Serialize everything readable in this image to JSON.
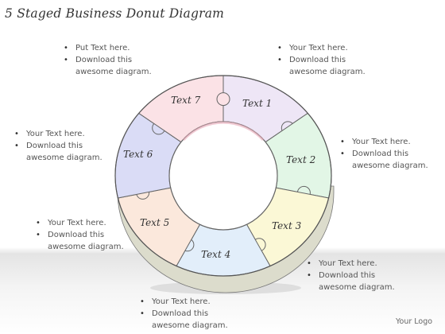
{
  "title": "5 Staged Business Donut Diagram",
  "segments": [
    {
      "label": "Text 1",
      "color": "#eee6f6"
    },
    {
      "label": "Text 2",
      "color": "#e2f6e6"
    },
    {
      "label": "Text 3",
      "color": "#fbf8d6"
    },
    {
      "label": "Text 4",
      "color": "#e2eefa"
    },
    {
      "label": "Text 5",
      "color": "#fbe8dc"
    },
    {
      "label": "Text 6",
      "color": "#dadcf6"
    },
    {
      "label": "Text 7",
      "color": "#fbe2e6"
    }
  ],
  "notes": {
    "top_left": {
      "line1": "Put Text here.",
      "line2": "Download this",
      "line3": "awesome diagram."
    },
    "top_right": {
      "line1": "Your Text here.",
      "line2": "Download this",
      "line3": "awesome diagram."
    },
    "mid_left": {
      "line1": "Your Text here.",
      "line2": "Download this",
      "line3": "awesome diagram."
    },
    "mid_right": {
      "line1": "Your Text here.",
      "line2": "Download this",
      "line3": "awesome diagram."
    },
    "low_left": {
      "line1": "Your Text here.",
      "line2": "Download this",
      "line3": "awesome diagram."
    },
    "low_right": {
      "line1": "Your Text here.",
      "line2": "Download this",
      "line3": "awesome diagram."
    },
    "bottom": {
      "line1": "Your Text here.",
      "line2": "Download this",
      "line3": "awesome diagram."
    }
  },
  "logo": "Your Logo"
}
